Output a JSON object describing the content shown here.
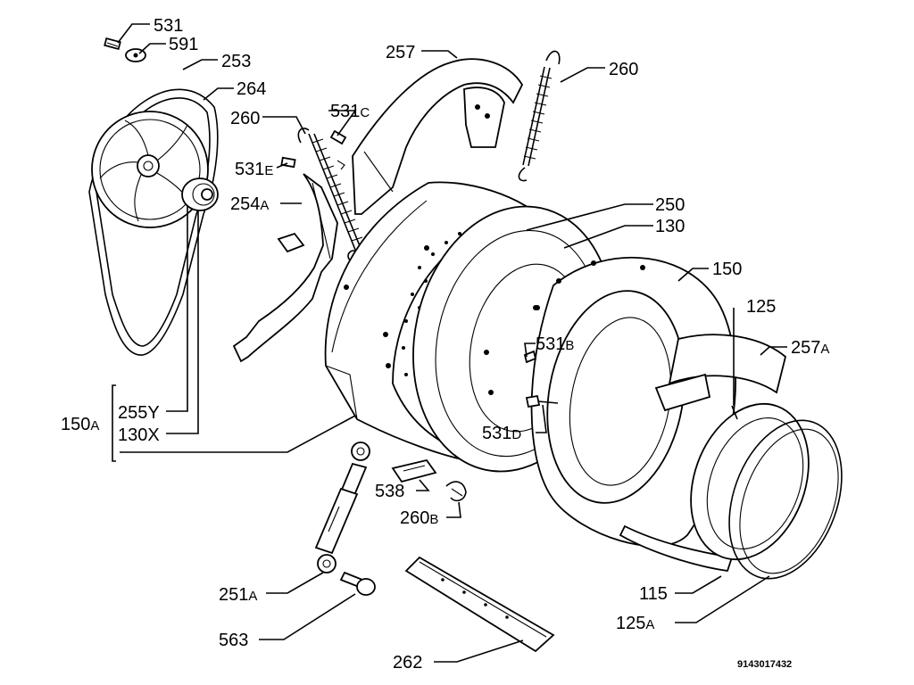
{
  "diagram": {
    "drawing_number": "9143017432",
    "callouts": [
      {
        "id": "c531",
        "num": "531",
        "suffix": ""
      },
      {
        "id": "c591",
        "num": "591",
        "suffix": ""
      },
      {
        "id": "c253",
        "num": "253",
        "suffix": ""
      },
      {
        "id": "c264",
        "num": "264",
        "suffix": ""
      },
      {
        "id": "c260a",
        "num": "260",
        "suffix": ""
      },
      {
        "id": "c531c",
        "num": "531",
        "suffix": "C"
      },
      {
        "id": "c531e",
        "num": "531",
        "suffix": "E"
      },
      {
        "id": "c254a",
        "num": "254",
        "suffix": "A"
      },
      {
        "id": "c257",
        "num": "257",
        "suffix": ""
      },
      {
        "id": "c260b",
        "num": "260",
        "suffix": ""
      },
      {
        "id": "c250",
        "num": "250",
        "suffix": ""
      },
      {
        "id": "c130",
        "num": "130",
        "suffix": ""
      },
      {
        "id": "c150",
        "num": "150",
        "suffix": ""
      },
      {
        "id": "c125",
        "num": "125",
        "suffix": ""
      },
      {
        "id": "c257a",
        "num": "257",
        "suffix": "A"
      },
      {
        "id": "c531b",
        "num": "531",
        "suffix": "B"
      },
      {
        "id": "c531d",
        "num": "531",
        "suffix": "D"
      },
      {
        "id": "c150a",
        "num": "150",
        "suffix": "A"
      },
      {
        "id": "c255y",
        "num": "255Y",
        "suffix": ""
      },
      {
        "id": "c130x",
        "num": "130X",
        "suffix": ""
      },
      {
        "id": "c538",
        "num": "538",
        "suffix": ""
      },
      {
        "id": "c260bb",
        "num": "260",
        "suffix": "B"
      },
      {
        "id": "c251a",
        "num": "251",
        "suffix": "A"
      },
      {
        "id": "c563",
        "num": "563",
        "suffix": ""
      },
      {
        "id": "c262",
        "num": "262",
        "suffix": ""
      },
      {
        "id": "c115",
        "num": "115",
        "suffix": ""
      },
      {
        "id": "c125a",
        "num": "125",
        "suffix": "A"
      }
    ]
  }
}
